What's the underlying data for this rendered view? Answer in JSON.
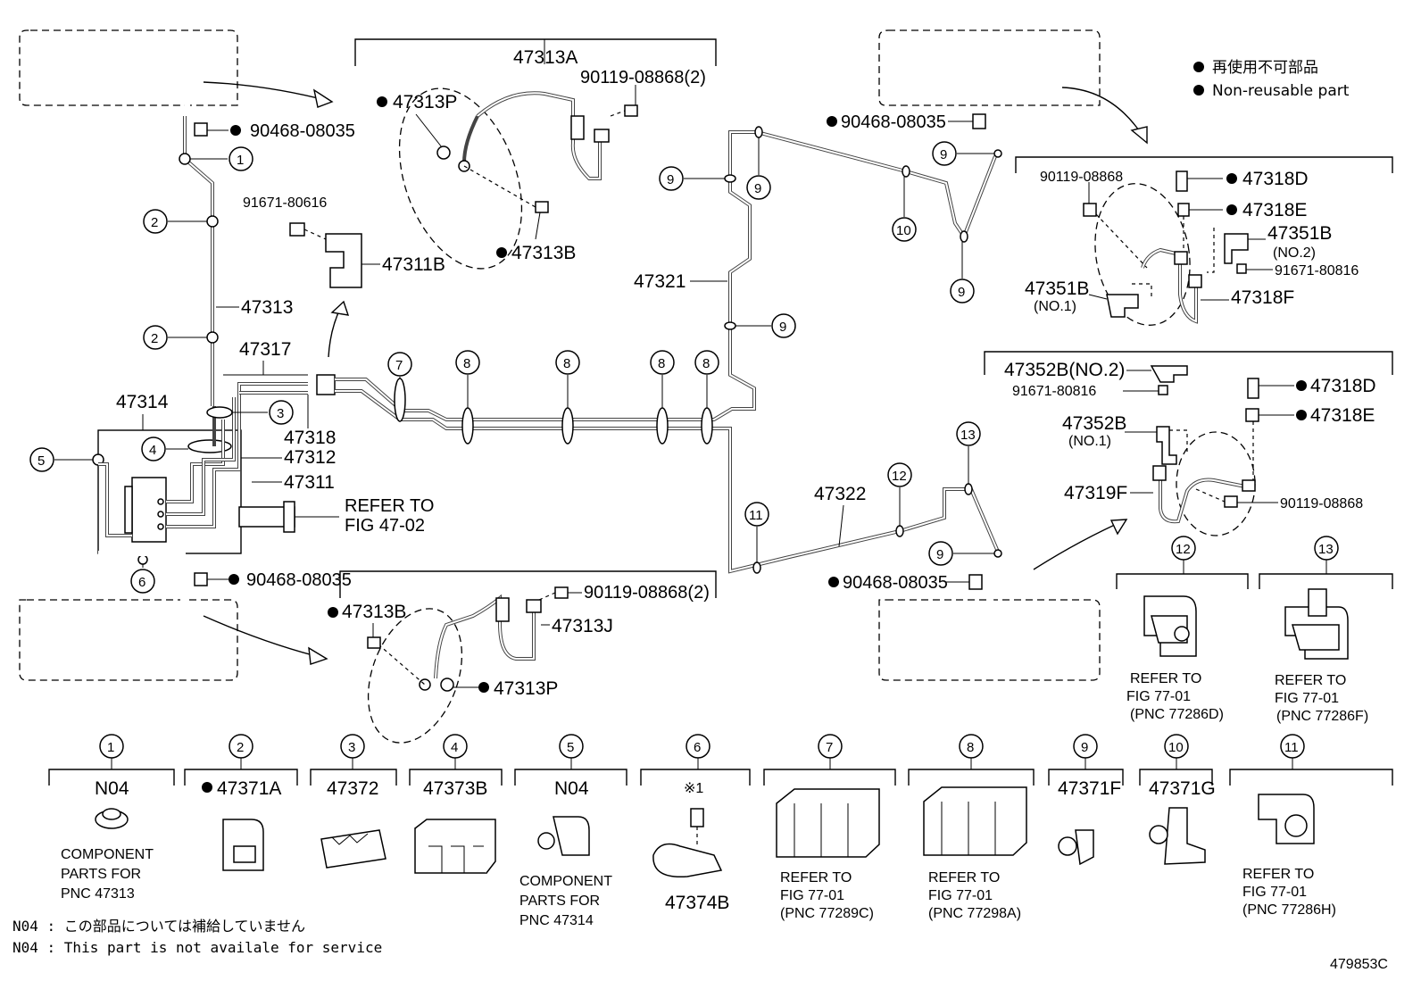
{
  "legend": {
    "jp": "再使用不可部品",
    "en": "Non-reusable part"
  },
  "figure_id": "479853C",
  "footnotes": {
    "jp": "N04 : この部品については補給していません",
    "en": "N04 :  This part is not availale for service"
  },
  "parts": {
    "p47313A": "47313A",
    "p90119_08868_2_top": "90119-08868(2)",
    "p47313P_top": "47313P",
    "p47313B_top": "47313B",
    "p90468_08035_tl": "90468-08035",
    "p91671_80616": "91671-80616",
    "p47311B": "47311B",
    "p47313": "47313",
    "p47317": "47317",
    "p47314": "47314",
    "p47318": "47318",
    "p47312": "47312",
    "p47311": "47311",
    "refer_4702_l1": "REFER TO",
    "refer_4702_l2": "FIG 47-02",
    "p90468_08035_bl": "90468-08035",
    "p47313B_bot": "47313B",
    "p90119_08868_2_bot": "90119-08868(2)",
    "p47313J": "47313J",
    "p47313P_bot": "47313P",
    "p47321": "47321",
    "p90468_08035_tr": "90468-08035",
    "p90119_08868_tr": "90119-08868",
    "p47318D_tr": "47318D",
    "p47318E_tr": "47318E",
    "p47351B_no2": "47351B",
    "no2_a": "(NO.2)",
    "p91671_80816_tr": "91671-80816",
    "p47351B_no1": "47351B",
    "no1_a": "(NO.1)",
    "p47318F": "47318F",
    "p47352B_no2": "47352B(NO.2)",
    "p91671_80816_br": "91671-80816",
    "p47318D_br": "47318D",
    "p47318E_br": "47318E",
    "p47352B_no1": "47352B",
    "no1_b": "(NO.1)",
    "p47319F": "47319F",
    "p90119_08868_br": "90119-08868",
    "p47322": "47322",
    "p90468_08035_br": "90468-08035"
  },
  "clip_refs": {
    "c12_l1": "REFER TO",
    "c12_l2": "FIG 77-01",
    "c12_l3": "(PNC 77286D)",
    "c13_l1": "REFER TO",
    "c13_l2": "FIG 77-01",
    "c13_l3": "(PNC 77286F)"
  },
  "callouts": [
    "1",
    "2",
    "3",
    "4",
    "5",
    "6",
    "7",
    "8",
    "9",
    "10",
    "11",
    "12",
    "13"
  ],
  "bottom_items": [
    {
      "num": "1",
      "label": "N04",
      "desc": [
        "COMPONENT",
        "PARTS FOR",
        "PNC 47313"
      ]
    },
    {
      "num": "2",
      "label": "47371A",
      "desc": []
    },
    {
      "num": "3",
      "label": "47372",
      "desc": []
    },
    {
      "num": "4",
      "label": "47373B",
      "desc": []
    },
    {
      "num": "5",
      "label": "N04",
      "desc": [
        "COMPONENT",
        "PARTS FOR",
        "PNC 47314"
      ]
    },
    {
      "num": "6",
      "label": "※1",
      "sub": "47374B",
      "desc": []
    },
    {
      "num": "7",
      "label": "",
      "desc": [
        "REFER  TO",
        "FIG  77-01",
        "(PNC  77289C)"
      ]
    },
    {
      "num": "8",
      "label": "",
      "desc": [
        "REFER  TO",
        "FIG  77-01",
        "(PNC  77298A)"
      ]
    },
    {
      "num": "9",
      "label": "47371F",
      "desc": []
    },
    {
      "num": "10",
      "label": "47371G",
      "desc": []
    },
    {
      "num": "11",
      "label": "",
      "desc": [
        "REFER  TO",
        "FIG  77-01",
        "(PNC  77286H)"
      ]
    }
  ]
}
